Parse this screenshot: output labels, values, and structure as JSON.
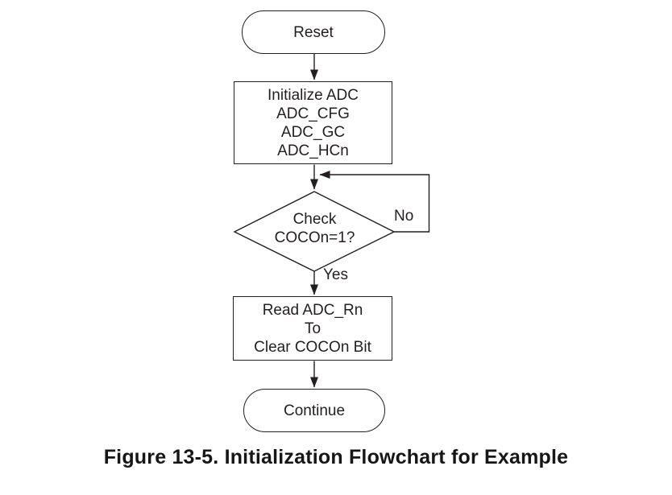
{
  "figure": {
    "caption": "Figure 13-5. Initialization Flowchart for Example"
  },
  "flowchart": {
    "nodes": {
      "reset": {
        "type": "terminator",
        "label": "Reset"
      },
      "initialize_adc": {
        "type": "process",
        "lines": [
          "Initialize ADC",
          "ADC_CFG",
          "ADC_GC",
          "ADC_HCn"
        ]
      },
      "check_coco": {
        "type": "decision",
        "lines": [
          "Check",
          "COCOn=1?"
        ]
      },
      "read_adc": {
        "type": "process",
        "lines": [
          "Read ADC_Rn",
          "To",
          "Clear COCOn Bit"
        ]
      },
      "continue": {
        "type": "terminator",
        "label": "Continue"
      }
    },
    "edges": [
      {
        "from": "reset",
        "to": "initialize_adc",
        "label": ""
      },
      {
        "from": "initialize_adc",
        "to": "check_coco",
        "label": ""
      },
      {
        "from": "check_coco",
        "to": "check_coco",
        "label": "No"
      },
      {
        "from": "check_coco",
        "to": "read_adc",
        "label": "Yes"
      },
      {
        "from": "read_adc",
        "to": "continue",
        "label": ""
      }
    ],
    "edge_labels": {
      "no": "No",
      "yes": "Yes"
    }
  },
  "colors": {
    "line": "#231f20",
    "text": "#231f20",
    "background": "#ffffff"
  }
}
